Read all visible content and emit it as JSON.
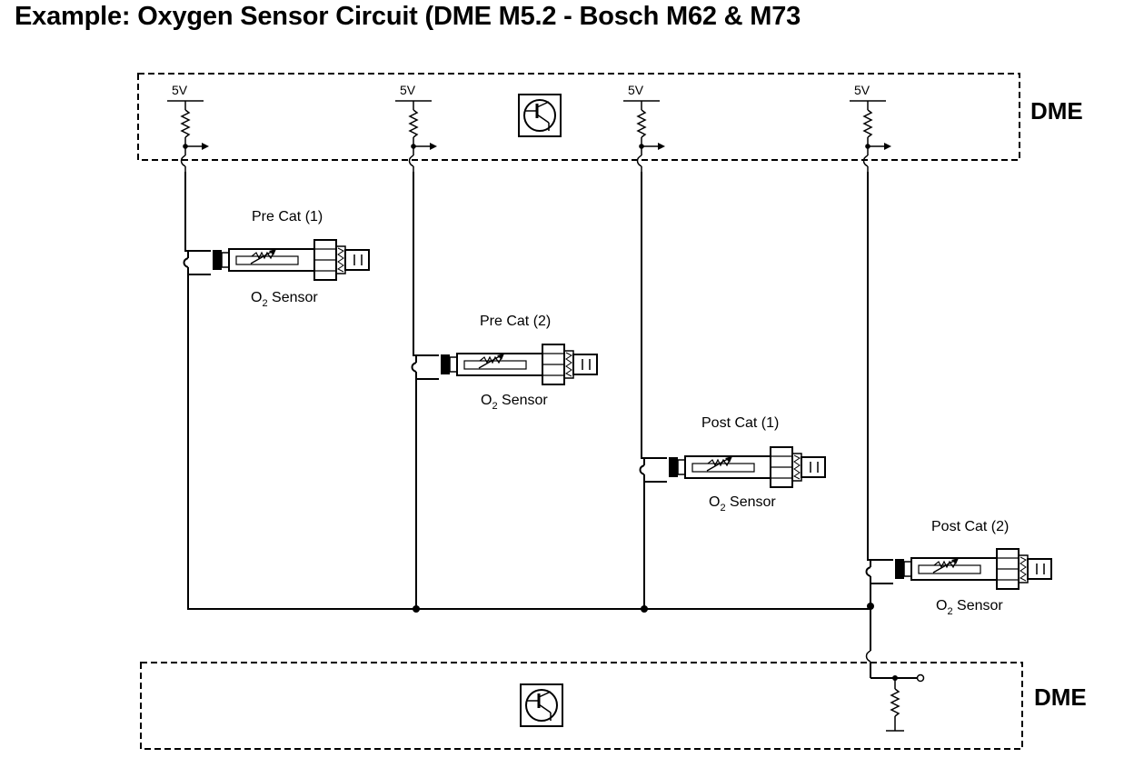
{
  "title": "Example: Oxygen Sensor Circuit (DME M5.2 - Bosch M62 & M73",
  "dme_label": "DME",
  "supply": [
    "5V",
    "5V",
    "5V",
    "5V"
  ],
  "sensors": [
    {
      "name": "Pre Cat (1)",
      "type_main": "O",
      "type_sub": "2",
      "type_rest": " Sensor"
    },
    {
      "name": "Pre Cat (2)",
      "type_main": "O",
      "type_sub": "2",
      "type_rest": " Sensor"
    },
    {
      "name": "Post Cat (1)",
      "type_main": "O",
      "type_sub": "2",
      "type_rest": " Sensor"
    },
    {
      "name": "Post Cat (2)",
      "type_main": "O",
      "type_sub": "2",
      "type_rest": " Sensor"
    }
  ]
}
